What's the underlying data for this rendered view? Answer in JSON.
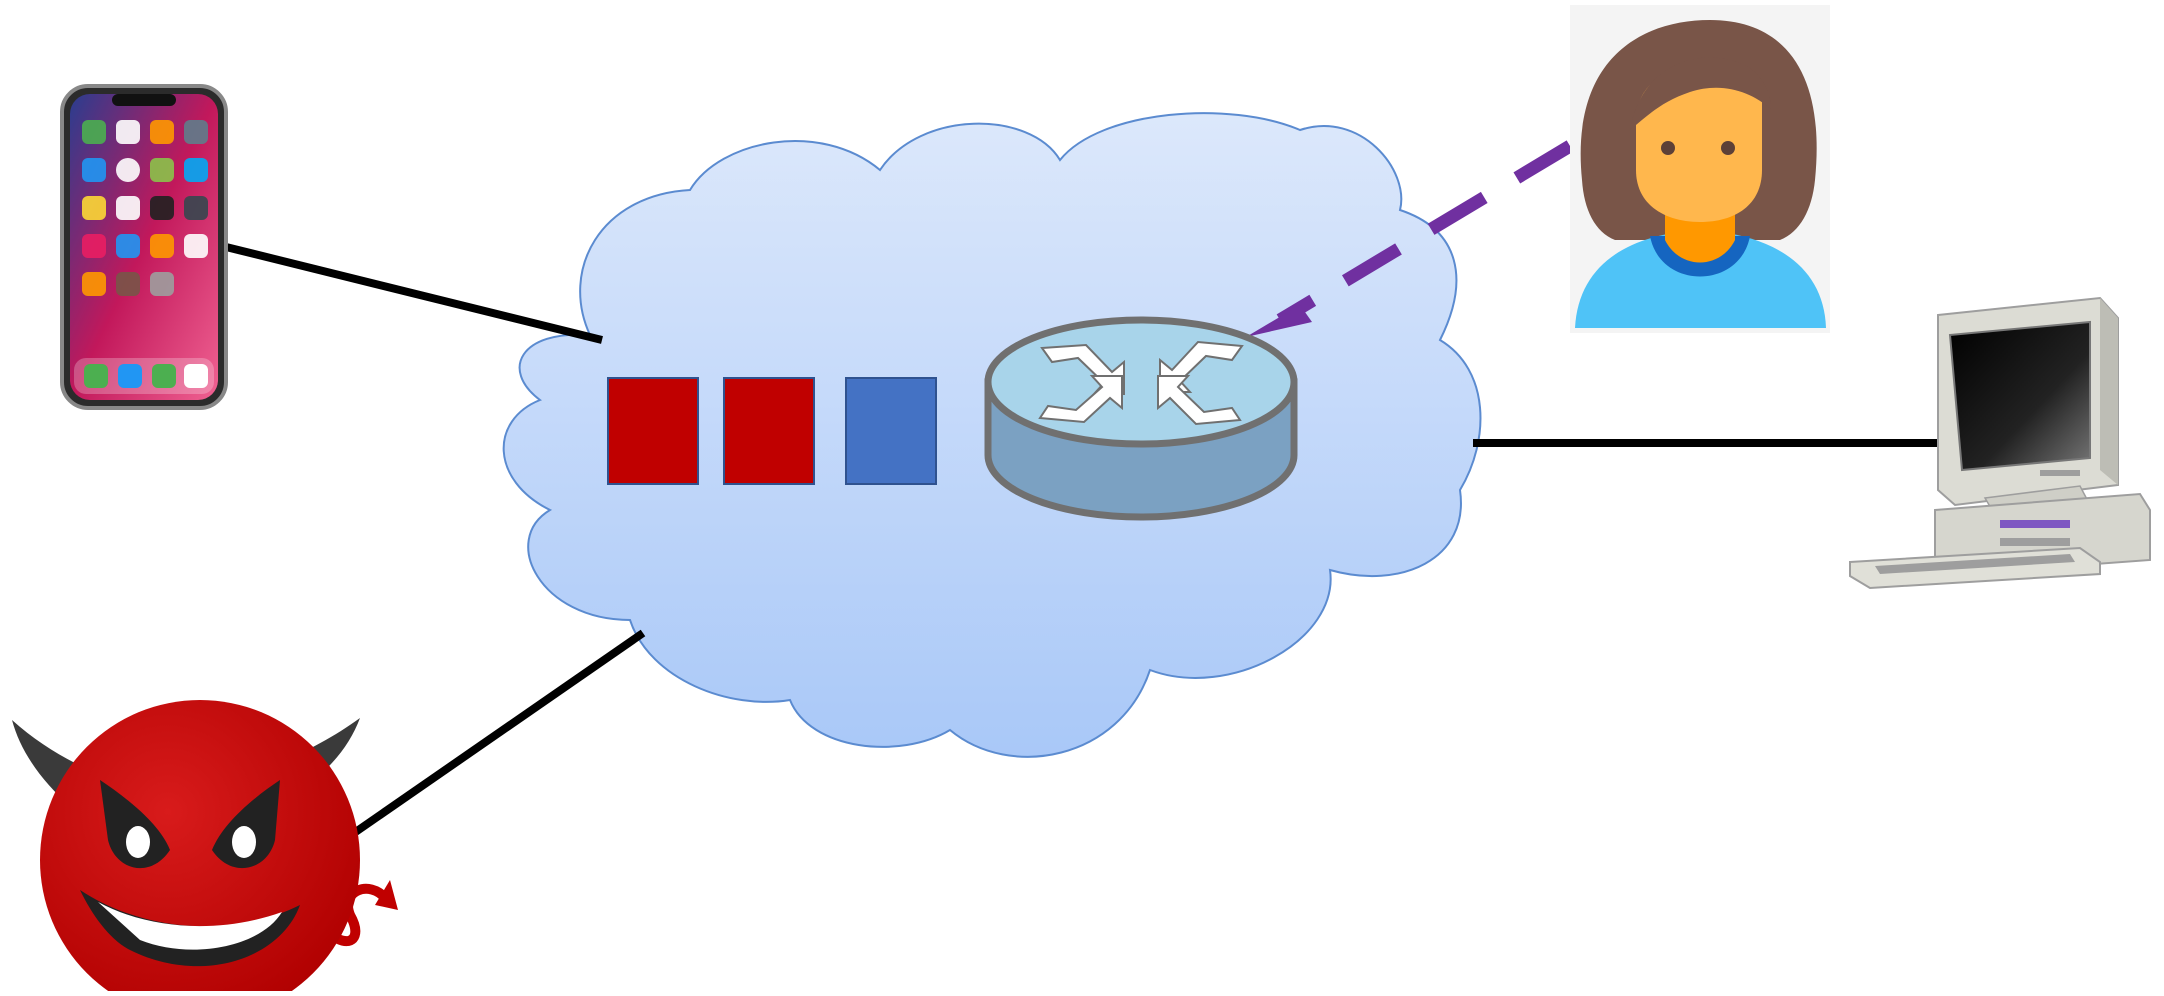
{
  "diagram": {
    "nodes": [
      {
        "id": "smartphone",
        "icon": "smartphone-icon"
      },
      {
        "id": "network-cloud",
        "icon": "cloud-icon"
      },
      {
        "id": "router",
        "icon": "router-icon"
      },
      {
        "id": "administrator",
        "icon": "person-icon"
      },
      {
        "id": "desktop-computer",
        "icon": "desktop-computer-icon"
      },
      {
        "id": "attacker",
        "icon": "devil-icon"
      }
    ],
    "packet_queue": [
      {
        "id": "packet-1",
        "color": "#C00000"
      },
      {
        "id": "packet-2",
        "color": "#C00000"
      },
      {
        "id": "packet-3",
        "color": "#4472C4"
      }
    ],
    "links": [
      {
        "from": "smartphone",
        "to": "network-cloud",
        "style": "solid",
        "color": "#000000"
      },
      {
        "from": "attacker",
        "to": "network-cloud",
        "style": "solid",
        "color": "#000000"
      },
      {
        "from": "network-cloud",
        "to": "desktop-computer",
        "style": "solid",
        "color": "#000000"
      },
      {
        "from": "administrator",
        "to": "router",
        "style": "dashed-arrow",
        "color": "#7030A0"
      }
    ],
    "colors": {
      "cloud_top": "#DCE8FB",
      "cloud_bottom": "#A9C8F8",
      "cloud_stroke": "#5B8BD0",
      "router_top": "#A8D4EA",
      "router_side": "#7BA1C2",
      "router_stroke": "#707070",
      "link": "#000000",
      "admin_link": "#7030A0"
    }
  }
}
